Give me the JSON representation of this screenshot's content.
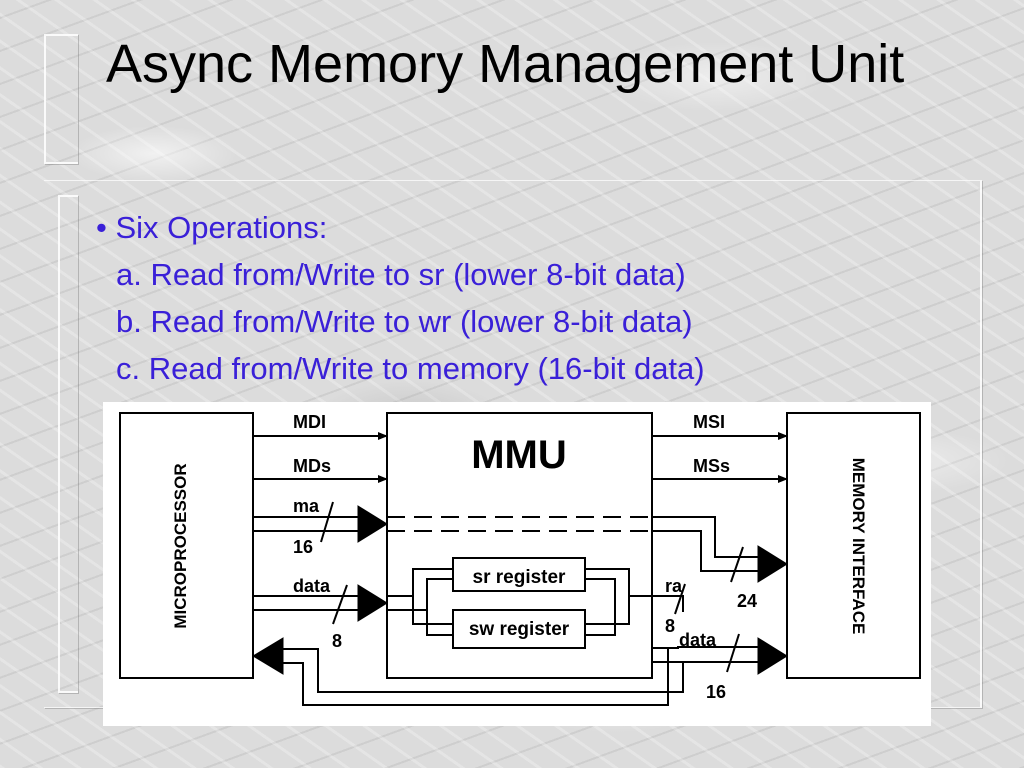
{
  "slide": {
    "title": "Async Memory Management Unit",
    "bullet_heading": "• Six Operations:",
    "items": [
      "a. Read from/Write to sr (lower 8-bit data)",
      "b. Read from/Write to wr (lower 8-bit data)",
      "c. Read from/Write to memory (16-bit data)"
    ]
  },
  "diagram": {
    "left_block": "MICROPROCESSOR",
    "center_block": "MMU",
    "right_block": "MEMORY INTERFACE",
    "sr_register": "sr register",
    "sw_register": "sw register",
    "signals": {
      "mdi": "MDI",
      "mds": "MDs",
      "ma": "ma",
      "ma_width": "16",
      "data_left": "data",
      "data_left_width": "8",
      "msi": "MSI",
      "mss": "MSs",
      "ra": "ra",
      "ra_width": "24",
      "ra_data_width": "8",
      "data_right": "data",
      "data_right_width": "16"
    }
  }
}
